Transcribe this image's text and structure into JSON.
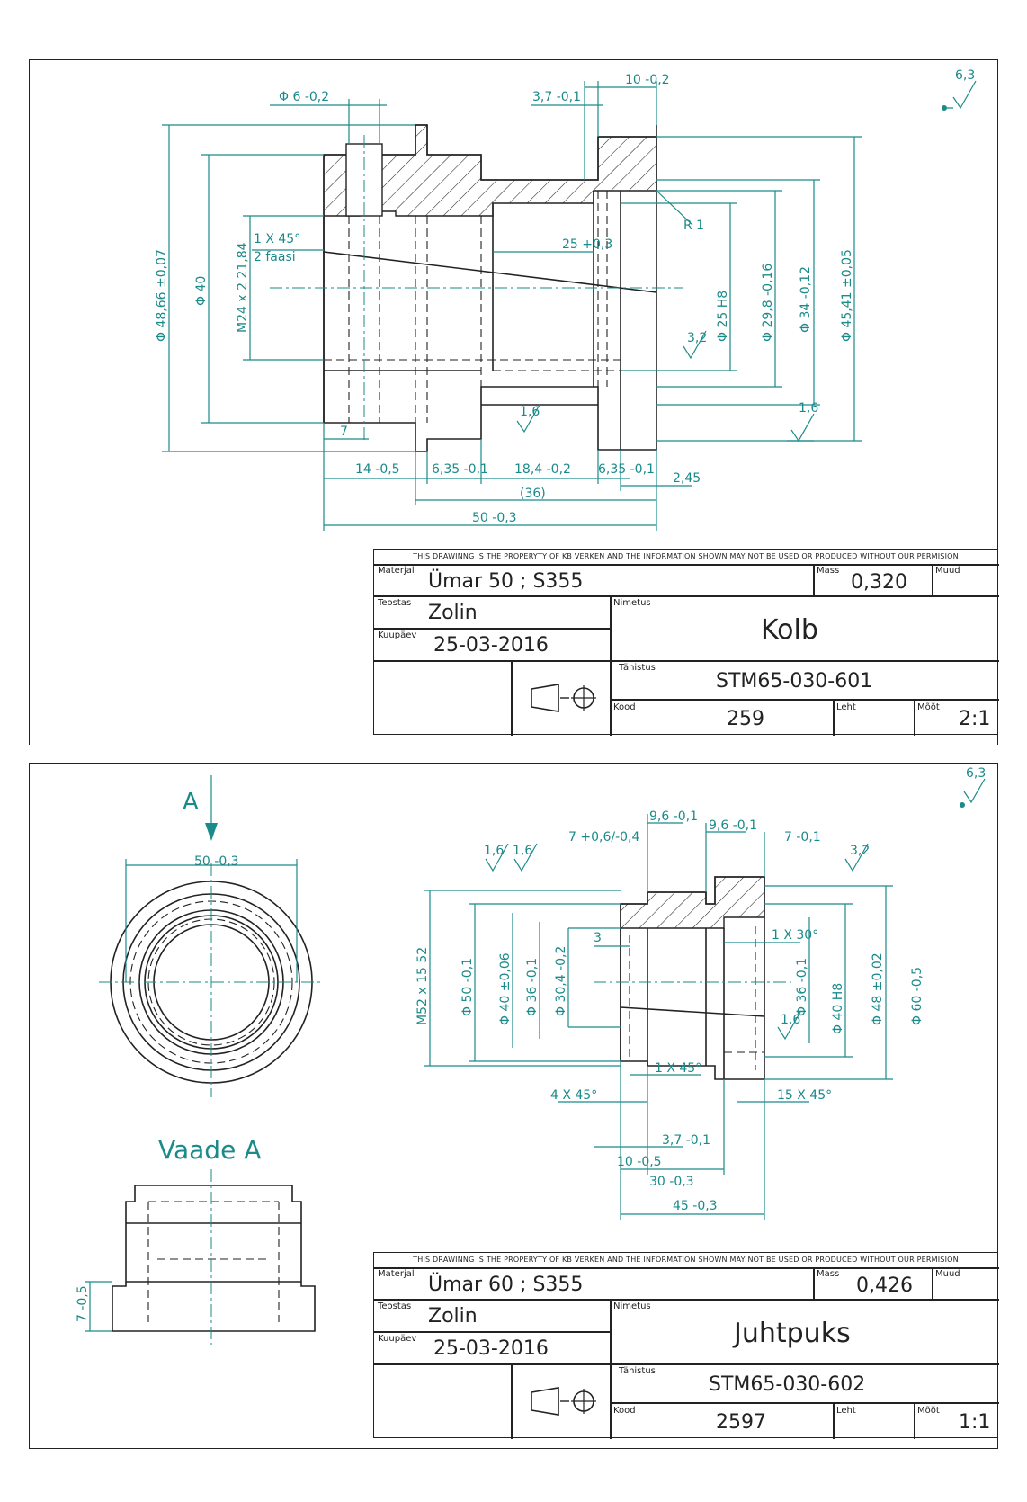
{
  "sheets": [
    {
      "notice": "THIS DRAWINNG IS THE PROPERYTY OF KB VERKEN  AND THE INFORMATION SHOWN MAY NOT BE USED OR PRODUCED WITHOUT OUR PERMISION",
      "material_label": "Materjal",
      "material": "Ümar 50 ; S355",
      "mass_label": "Mass",
      "mass": "0,320",
      "muud_label": "Muud",
      "author_label": "Teostas",
      "author": "Zolin",
      "date_label": "Kuupäev",
      "date": "25-03-2016",
      "name_label": "Nimetus",
      "name": "Kolb",
      "designation_label": "Tähistus",
      "designation": "STM65-030-601",
      "code_label": "Kood",
      "code": "259",
      "sheet_label": "Leht",
      "scale_label": "Mõõt",
      "scale": "2:1",
      "surface": "6,3",
      "dims": [
        "Φ 6 -0,2",
        "3,7 -0,1",
        "10 -0,2",
        "Φ 48,66 ±0,07",
        "Φ 40",
        "M24 x 2  21,84",
        "1 X 45°",
        "2 faasi",
        "25 +0,3",
        "R 1",
        "Φ 25 H8",
        "Φ 29,8 -0,16",
        "Φ 34 -0,12",
        "Φ 45,41 ±0,05",
        "3,2",
        "1,6",
        "1,6",
        "7",
        "14 -0,5",
        "6,35 -0,1",
        "18,4 -0,2",
        "6,35 -0,1",
        "2,45",
        "(36)",
        "50 -0,3"
      ]
    },
    {
      "notice": "THIS DRAWINNG IS THE PROPERYTY OF KB VERKEN  AND THE INFORMATION SHOWN MAY NOT BE USED OR PRODUCED WITHOUT OUR PERMISION",
      "material_label": "Materjal",
      "material": "Ümar 60 ;  S355",
      "mass_label": "Mass",
      "mass": "0,426",
      "muud_label": "Muud",
      "author_label": "Teostas",
      "author": "Zolin",
      "date_label": "Kuupäev",
      "date": "25-03-2016",
      "name_label": "Nimetus",
      "name": "Juhtpuks",
      "designation_label": "Tähistus",
      "designation": "STM65-030-602",
      "code_label": "Kood",
      "code": "2597",
      "sheet_label": "Leht",
      "scale_label": "Mõõt",
      "scale": "1:1",
      "surface": "6,3",
      "view_marker": "A",
      "view_label": "Vaade A",
      "dims": [
        "50 -0,3",
        "9,6 -0,1",
        "9,6 -0,1",
        "7 +0,6/-0,4",
        "7 -0,1",
        "1,6",
        "1,6",
        "3,2",
        "M52 x 15  52",
        "Φ 50 -0,1",
        "Φ 40 ±0,06",
        "Φ 36 -0,1",
        "Φ 30,4 -0,2",
        "3",
        "1 X 30°",
        "Φ 36 -0,1",
        "Φ 40 H8",
        "Φ 48 ±0,02",
        "Φ 60 -0,5",
        "1,6",
        "4 X 45°",
        "1 X 45°",
        "15 X 45°",
        "10 -0,5",
        "3,7 -0,1",
        "30 -0,3",
        "45 -0,3",
        "7 -0,5"
      ]
    }
  ]
}
